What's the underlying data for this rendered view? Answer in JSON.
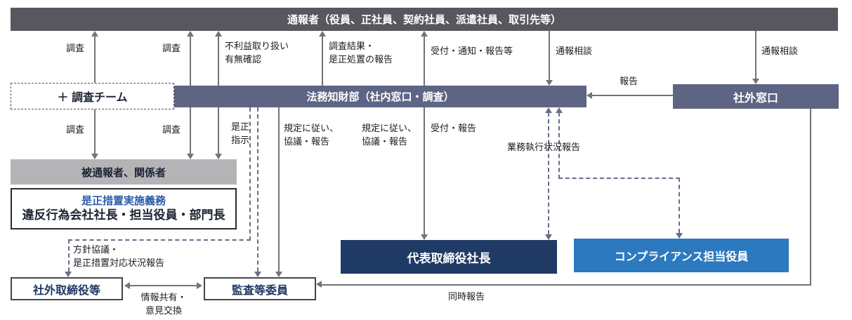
{
  "nodes": {
    "reporter": "通報者（役員、正社員、契約社員、派遣社員、取引先等）",
    "investigation_team": "＋ 調査チーム",
    "legal_dept": "法務知財部（社内窓口・調査）",
    "external_contact": "社外窓口",
    "reported_persons": "被通報者、関係者",
    "corrective_duty_title": "是正措置実施義務",
    "corrective_duty_body": "違反行為会社社長・担当役員・部門長",
    "president": "代表取締役社長",
    "compliance_officer": "コンプライアンス担当役員",
    "outside_directors": "社外取締役等",
    "audit_committee": "監査等委員"
  },
  "labels": {
    "investigate_1": "調査",
    "investigate_2": "調査",
    "disadvantage_check": "不利益取り扱い\n有無確認",
    "result_report": "調査結果・\n是正処置の報告",
    "receipt_notice_report": "受付・通知・報告等",
    "report_consult_1": "通報相談",
    "report_consult_2": "通報相談",
    "report": "報告",
    "investigate_3": "調査",
    "investigate_4": "調査",
    "correction_order": "是正\n指示",
    "rule_consult_1": "規定に従い、\n協議・報告",
    "rule_consult_2": "規定に従い、\n協議・報告",
    "receipt_report": "受付・報告",
    "exec_status_report": "業務執行状況報告",
    "policy_consult": "方針協議・\n是正措置対応状況報告",
    "info_share": "情報共有・\n意見交換",
    "simultaneous_report": "同時報告"
  },
  "colors": {
    "top_bar": "#57575e",
    "dept_bar": "#5e6484",
    "gray_bar": "#b4b4b7",
    "navy_box": "#203a66",
    "blue_box": "#2d79c0",
    "navy_text": "#1f3864",
    "blue_text": "#2c5ca8",
    "solid_line": "#73737a",
    "dashed_line": "#666e88"
  }
}
